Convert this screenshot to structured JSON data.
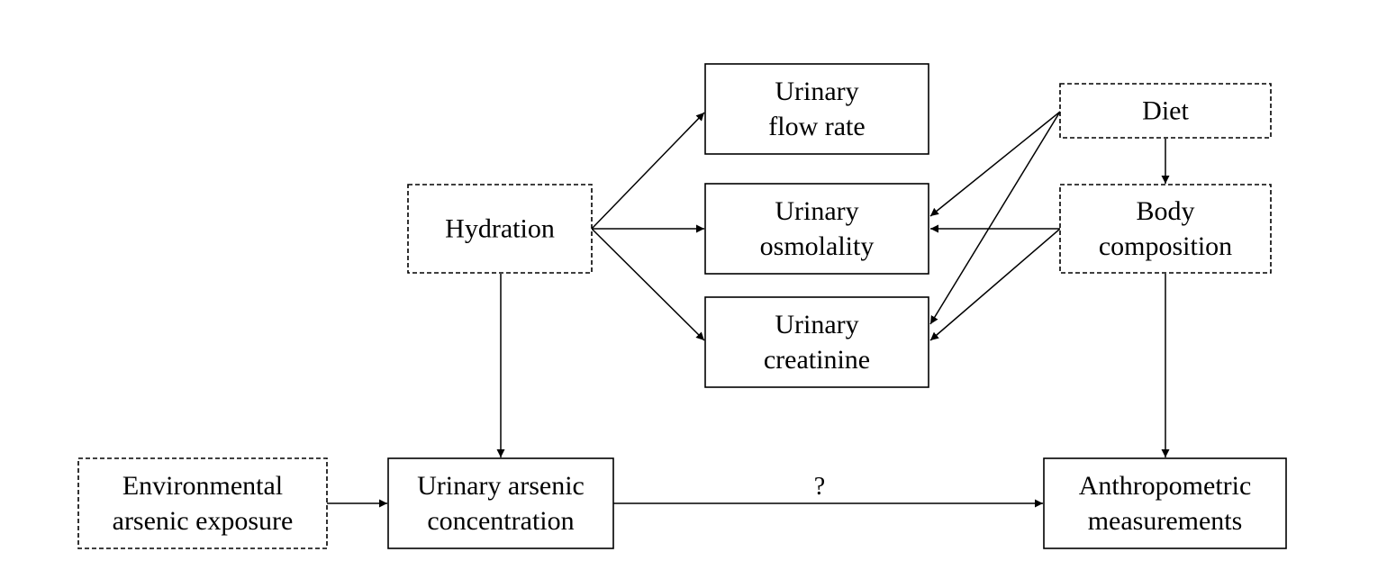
{
  "nodes": {
    "urinary_flow_rate": {
      "lines": [
        "Urinary",
        "flow rate"
      ],
      "style": "solid"
    },
    "urinary_osmolality": {
      "lines": [
        "Urinary",
        "osmolality"
      ],
      "style": "solid"
    },
    "urinary_creatinine": {
      "lines": [
        "Urinary",
        "creatinine"
      ],
      "style": "solid"
    },
    "hydration": {
      "lines": [
        "Hydration"
      ],
      "style": "dashed"
    },
    "diet": {
      "lines": [
        "Diet"
      ],
      "style": "dashed"
    },
    "body_composition": {
      "lines": [
        "Body",
        "composition"
      ],
      "style": "dashed"
    },
    "environmental_arsenic_exposure": {
      "lines": [
        "Environmental",
        "arsenic exposure"
      ],
      "style": "dashed"
    },
    "urinary_arsenic_concentration": {
      "lines": [
        "Urinary  arsenic",
        "concentration"
      ],
      "style": "solid"
    },
    "anthropometric_measurements": {
      "lines": [
        "Anthropometric",
        "measurements"
      ],
      "style": "solid"
    }
  },
  "edges": [
    {
      "from": "hydration",
      "to": "urinary_flow_rate"
    },
    {
      "from": "hydration",
      "to": "urinary_osmolality"
    },
    {
      "from": "hydration",
      "to": "urinary_creatinine"
    },
    {
      "from": "hydration",
      "to": "urinary_arsenic_concentration"
    },
    {
      "from": "diet",
      "to": "body_composition"
    },
    {
      "from": "diet",
      "to": "urinary_osmolality"
    },
    {
      "from": "diet",
      "to": "urinary_creatinine"
    },
    {
      "from": "body_composition",
      "to": "urinary_osmolality"
    },
    {
      "from": "body_composition",
      "to": "urinary_creatinine"
    },
    {
      "from": "body_composition",
      "to": "anthropometric_measurements"
    },
    {
      "from": "environmental_arsenic_exposure",
      "to": "urinary_arsenic_concentration"
    },
    {
      "from": "urinary_arsenic_concentration",
      "to": "anthropometric_measurements",
      "label": "?"
    }
  ]
}
